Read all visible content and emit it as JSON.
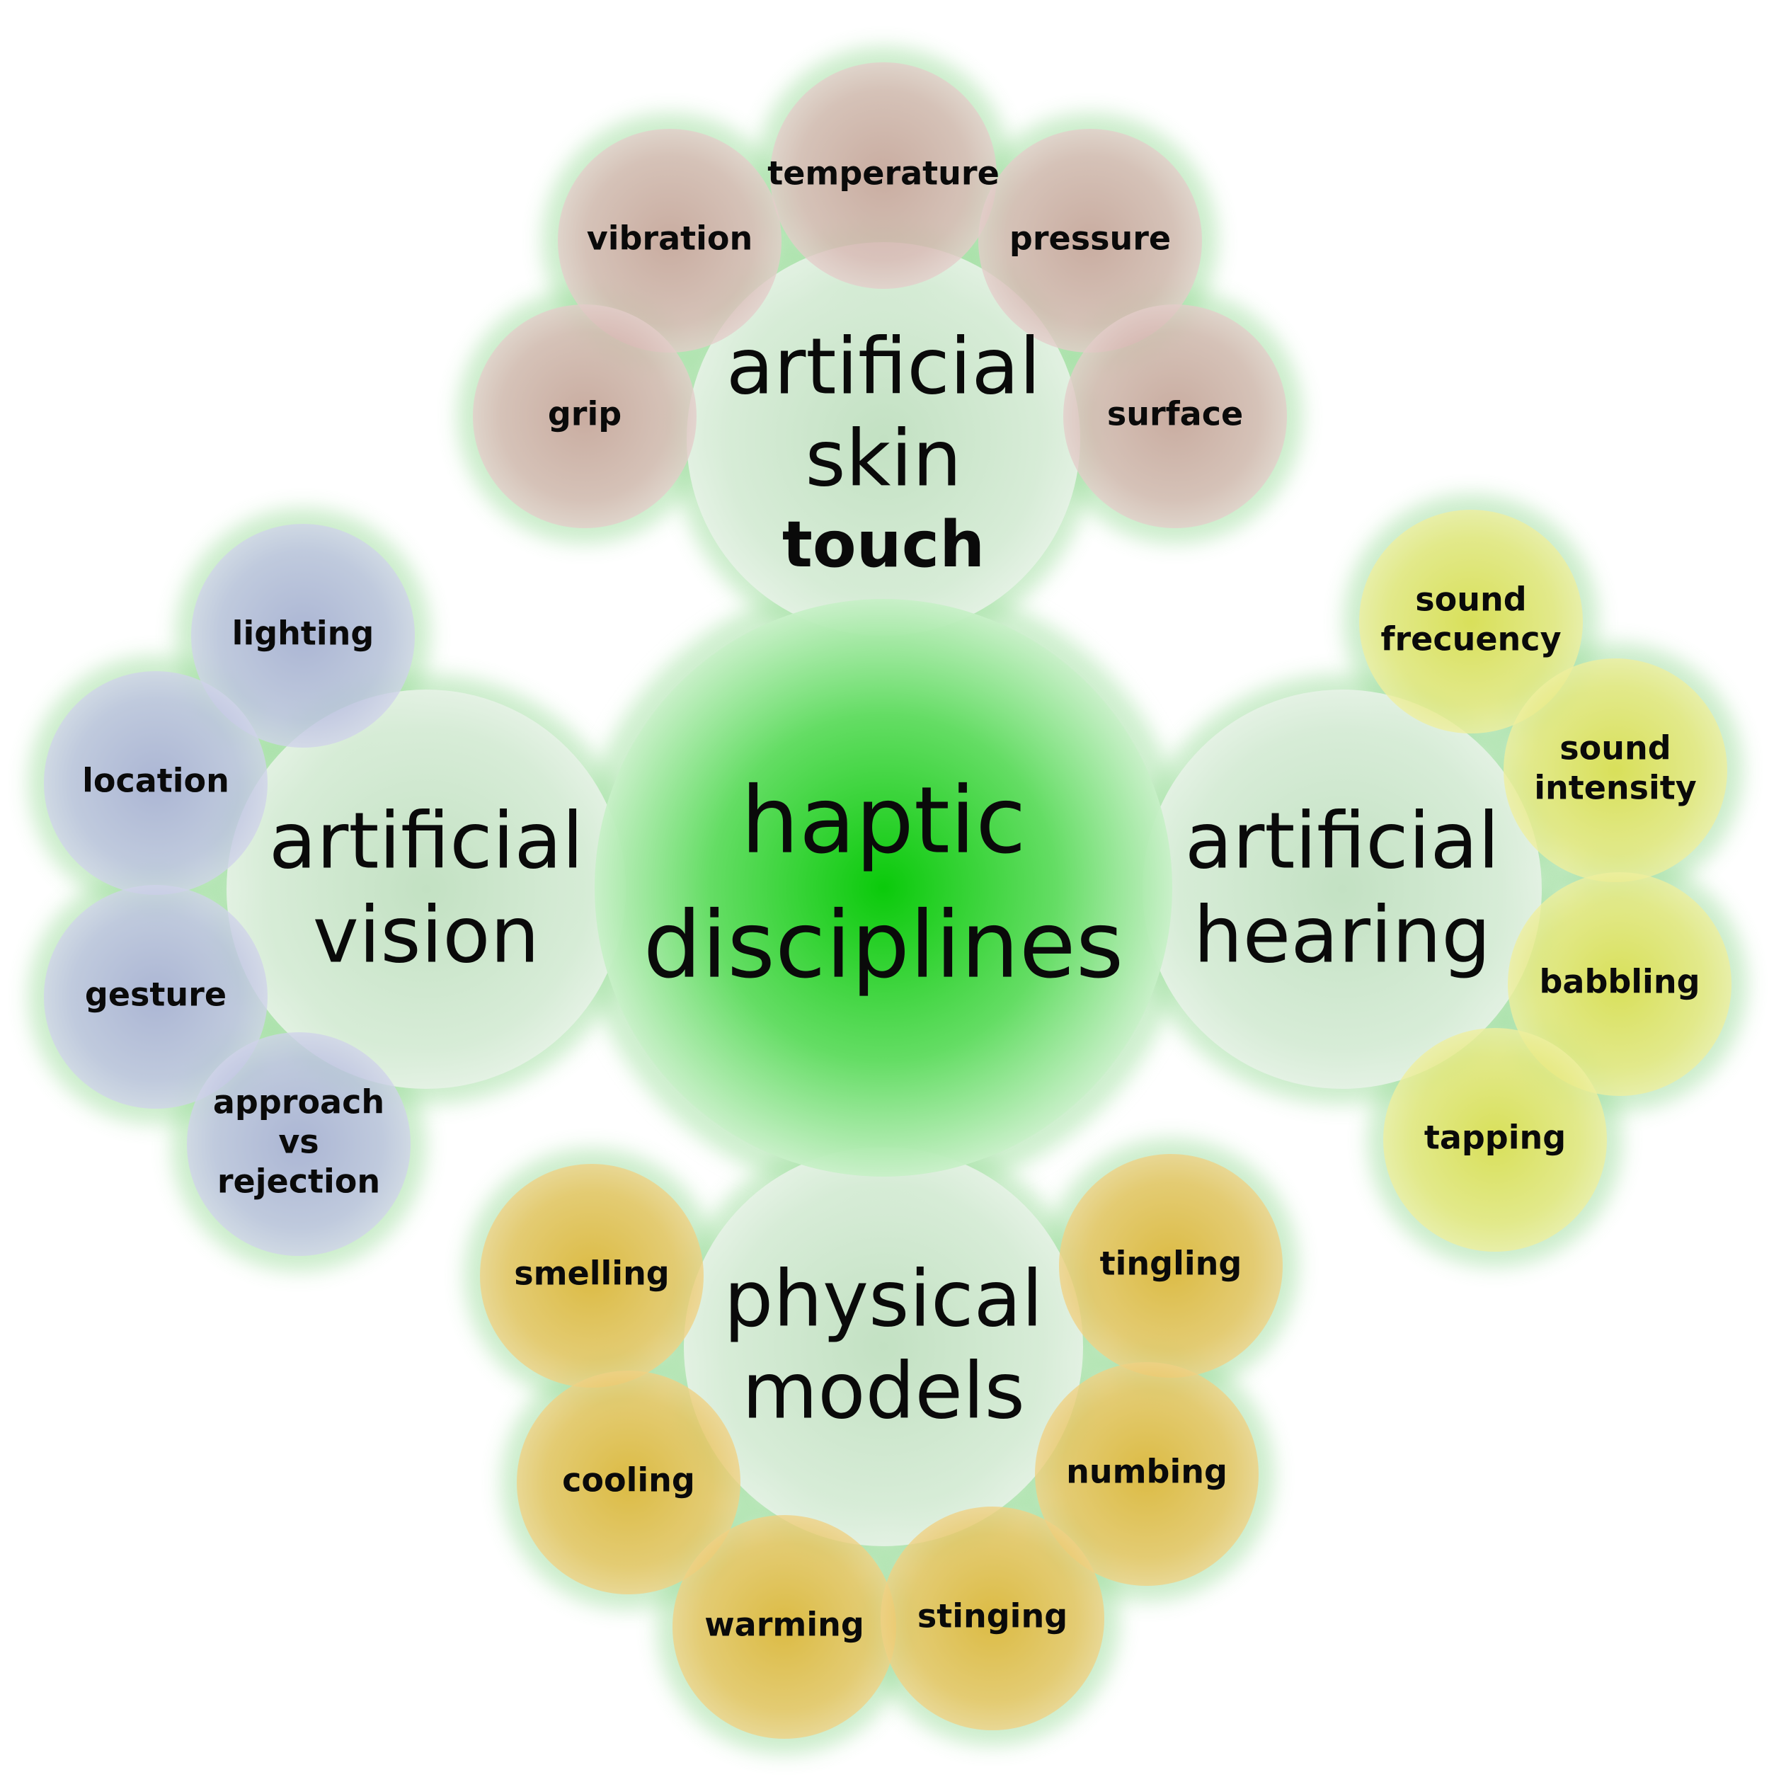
{
  "center": {
    "lines": [
      "haptic",
      "disciplines"
    ]
  },
  "hubs": [
    {
      "id": "skin",
      "lines": [
        "artificial",
        "skin"
      ],
      "subtitle": "touch",
      "leaf_color": "#d3aaa6",
      "leaves": [
        {
          "lines": [
            "temperature"
          ]
        },
        {
          "lines": [
            "vibration"
          ]
        },
        {
          "lines": [
            "pressure"
          ]
        },
        {
          "lines": [
            "grip"
          ]
        },
        {
          "lines": [
            "surface"
          ]
        }
      ]
    },
    {
      "id": "vision",
      "lines": [
        "artificial",
        "vision"
      ],
      "subtitle": "",
      "leaf_color": "#aeb2dc",
      "leaves": [
        {
          "lines": [
            "lighting"
          ]
        },
        {
          "lines": [
            "location"
          ]
        },
        {
          "lines": [
            "gesture"
          ]
        },
        {
          "lines": [
            "approach",
            "vs",
            "rejection"
          ]
        }
      ]
    },
    {
      "id": "hearing",
      "lines": [
        "artificial",
        "hearing"
      ],
      "subtitle": "",
      "leaf_color": "#e2e260",
      "leaves": [
        {
          "lines": [
            "sound",
            "frecuency"
          ]
        },
        {
          "lines": [
            "sound",
            "intensity"
          ]
        },
        {
          "lines": [
            "babbling"
          ]
        },
        {
          "lines": [
            "tapping"
          ]
        }
      ]
    },
    {
      "id": "physical",
      "lines": [
        "physical",
        "models"
      ],
      "subtitle": "",
      "leaf_color": "#e3bb3a",
      "leaves": [
        {
          "lines": [
            "smelling"
          ]
        },
        {
          "lines": [
            "tingling"
          ]
        },
        {
          "lines": [
            "cooling"
          ]
        },
        {
          "lines": [
            "numbing"
          ]
        },
        {
          "lines": [
            "warming"
          ]
        },
        {
          "lines": [
            "stinging"
          ]
        }
      ]
    }
  ]
}
